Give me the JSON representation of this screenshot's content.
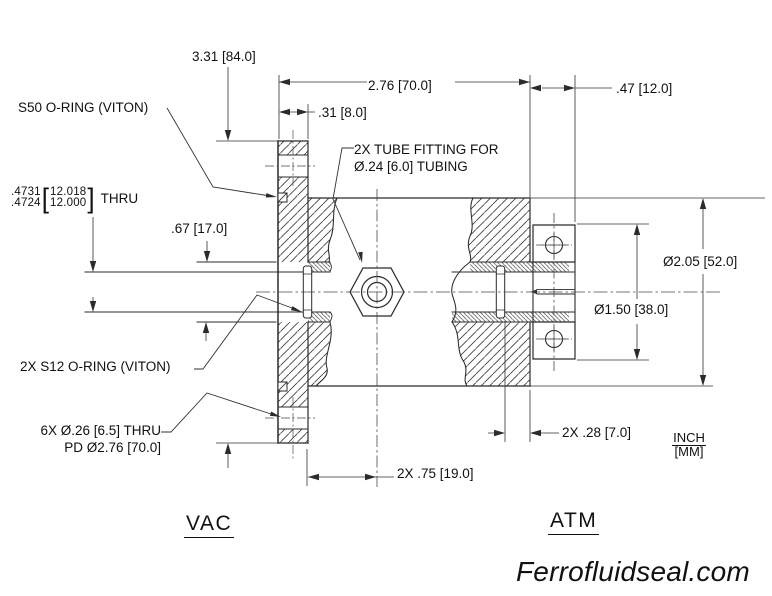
{
  "colors": {
    "line": "#2b2b2b",
    "hatch": "#3c3c3c",
    "background": "#ffffff",
    "text": "#111111"
  },
  "dims": {
    "overall_flange": "3.31 [84.0]",
    "body_length": "2.76 [70.0]",
    "flange_thickness": ".31 [8.0]",
    "collar_width": ".47 [12.0]",
    "counterbore": ".67 [17.0]",
    "body_od": "Ø2.05 [52.0]",
    "collar_od": "Ø1.50 [38.0]",
    "groove_offset": "2X .28 [7.0]",
    "fitting_offset": "2X .75 [19.0]"
  },
  "callouts": {
    "s50_oring": "S50 O-RING (VITON)",
    "s12_oring": "2X S12 O-RING (VITON)",
    "tube_fitting_line1": "2X TUBE FITTING FOR",
    "tube_fitting_line2": "Ø.24 [6.0] TUBING",
    "bolt_holes_line1": "6X Ø.26 [6.5] THRU",
    "bolt_holes_line2": "PD Ø2.76 [70.0]"
  },
  "bore_callout": {
    "inch_upper": ".4731",
    "inch_lower": ".4724",
    "mm_upper": "12.018",
    "mm_lower": "12.000",
    "bracket_open": "[",
    "bracket_close": "]",
    "thru": "THRU"
  },
  "zones": {
    "vacuum_side": "VAC",
    "atmosphere_side": "ATM"
  },
  "units_note": {
    "primary": "INCH",
    "secondary": "[MM]"
  },
  "brand": "Ferrofluidseal.com"
}
